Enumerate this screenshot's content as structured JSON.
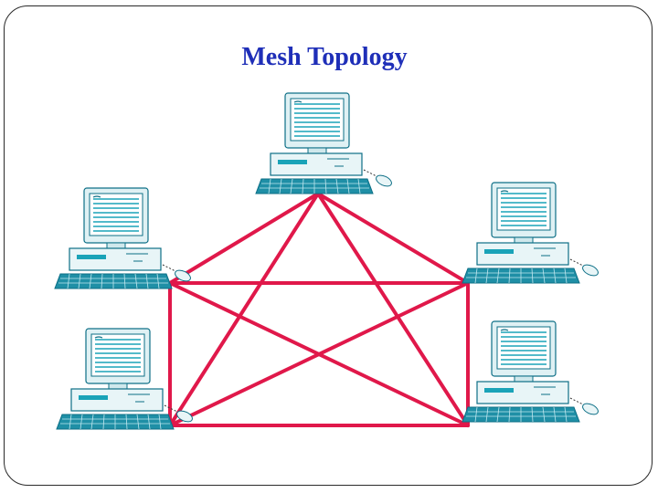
{
  "slide": {
    "title": "Mesh Topology"
  },
  "diagram": {
    "nodes": [
      {
        "id": "top",
        "icon": "computer-icon"
      },
      {
        "id": "left-upper",
        "icon": "computer-icon"
      },
      {
        "id": "right-upper",
        "icon": "computer-icon"
      },
      {
        "id": "left-lower",
        "icon": "computer-icon"
      },
      {
        "id": "right-lower",
        "icon": "computer-icon"
      }
    ],
    "links": [
      [
        "top",
        "left-upper"
      ],
      [
        "top",
        "right-upper"
      ],
      [
        "top",
        "left-lower"
      ],
      [
        "top",
        "right-lower"
      ],
      [
        "left-upper",
        "right-upper"
      ],
      [
        "left-upper",
        "left-lower"
      ],
      [
        "left-upper",
        "right-lower"
      ],
      [
        "right-upper",
        "left-lower"
      ],
      [
        "right-upper",
        "right-lower"
      ],
      [
        "left-lower",
        "right-lower"
      ]
    ],
    "colors": {
      "link": "#e0184a",
      "title": "#1f2fb8",
      "monitor_body": "#d8eef2",
      "monitor_screen": "#1aa3b8",
      "keyboard": "#1f8fa6"
    }
  }
}
